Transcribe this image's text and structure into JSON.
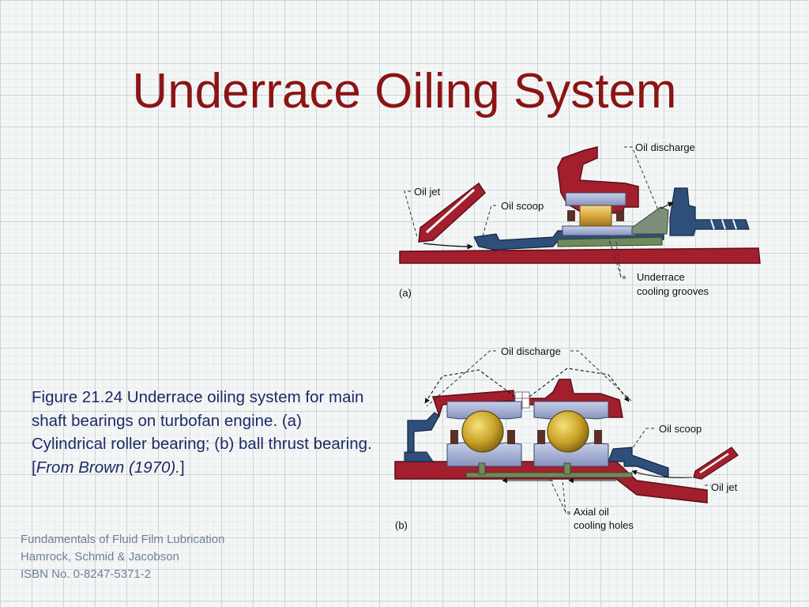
{
  "slide": {
    "title": "Underrace Oiling System"
  },
  "caption": {
    "lead": "Figure 21.24  Underrace oiling system for main shaft bearings on turbofan engine. (a) Cylindrical roller bearing; (b) ball thrust bearing. [",
    "source_italic": "From Brown (1970).",
    "trail": "]"
  },
  "footer": {
    "lines": [
      "Fundamentals of Fluid Film Lubrication",
      "Hamrock, Schmid & Jacobson",
      "ISBN No. 0-8247-5371-2"
    ]
  },
  "figure_a": {
    "panel_label": "(a)",
    "labels": {
      "oil_discharge": "Oil discharge",
      "oil_jet": "Oil jet",
      "oil_scoop": "Oil scoop",
      "underrace_line1": "Underrace",
      "underrace_line2": "cooling grooves"
    }
  },
  "figure_b": {
    "panel_label": "(b)",
    "labels": {
      "oil_discharge": "Oil discharge",
      "oil_scoop": "Oil scoop",
      "oil_jet": "Oil jet",
      "axial_line1": "Axial oil",
      "axial_line2": "cooling holes"
    }
  },
  "colors": {
    "title": "#8b1414",
    "housing_red": "#a31f2e",
    "shaft_blue": "#2e4f7a",
    "race_gray": "#9aa6c9",
    "roller_gold": "#d9a93a",
    "ball_gold": "#c9a227",
    "caption_text": "#1e2a66",
    "footer_text": "#6f7f9a"
  }
}
